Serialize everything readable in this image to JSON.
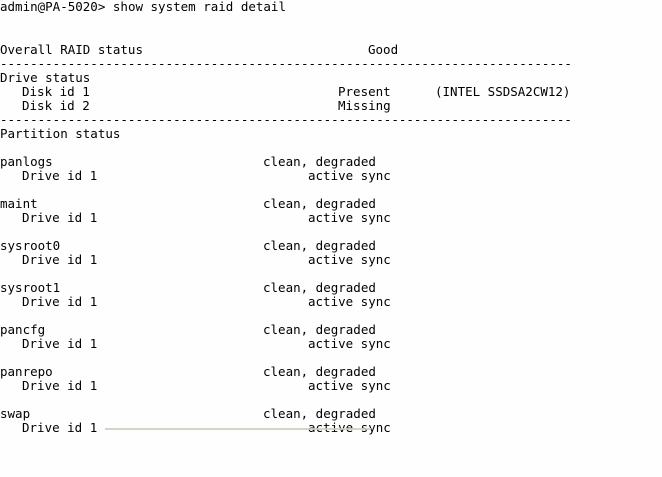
{
  "terminal": {
    "prompt": "admin@PA-5020>",
    "command": "show system raid detail",
    "separator": "----------------------------------------------------------------------------",
    "overall": {
      "label": "Overall RAID status",
      "value": "Good"
    },
    "drive_status": {
      "heading": "Drive status",
      "disks": [
        {
          "label": "Disk id 1",
          "status": "Present",
          "model": "(INTEL SSDSA2CW12)"
        },
        {
          "label": "Disk id 2",
          "status": "Missing",
          "model": ""
        }
      ]
    },
    "partition_status": {
      "heading": "Partition status",
      "partitions": [
        {
          "name": "panlogs",
          "status": "clean, degraded",
          "drive_label": "Drive id 1",
          "drive_status": "active sync"
        },
        {
          "name": "maint",
          "status": "clean, degraded",
          "drive_label": "Drive id 1",
          "drive_status": "active sync"
        },
        {
          "name": "sysroot0",
          "status": "clean, degraded",
          "drive_label": "Drive id 1",
          "drive_status": "active sync"
        },
        {
          "name": "sysroot1",
          "status": "clean, degraded",
          "drive_label": "Drive id 1",
          "drive_status": "active sync"
        },
        {
          "name": "pancfg",
          "status": "clean, degraded",
          "drive_label": "Drive id 1",
          "drive_status": "active sync"
        },
        {
          "name": "panrepo",
          "status": "clean, degraded",
          "drive_label": "Drive id 1",
          "drive_status": "active sync"
        },
        {
          "name": "swap",
          "status": "clean, degraded",
          "drive_label": "Drive id 1",
          "drive_status": "active sync"
        }
      ]
    }
  }
}
